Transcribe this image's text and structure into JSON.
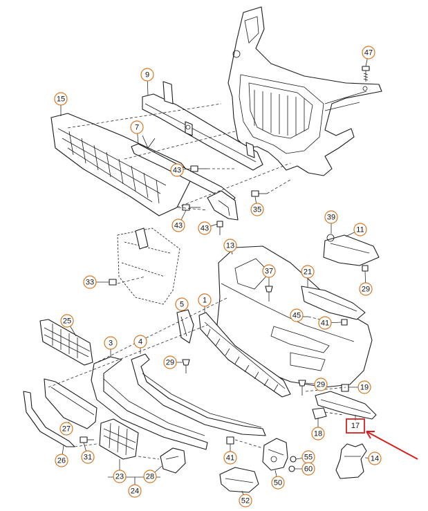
{
  "diagram": {
    "callouts": [
      {
        "id": "c47",
        "label": "47"
      },
      {
        "id": "c9",
        "label": "9"
      },
      {
        "id": "c15",
        "label": "15"
      },
      {
        "id": "c7",
        "label": "7"
      },
      {
        "id": "c43a",
        "label": "43"
      },
      {
        "id": "c35",
        "label": "35"
      },
      {
        "id": "c43b",
        "label": "43"
      },
      {
        "id": "c43c",
        "label": "43"
      },
      {
        "id": "c39",
        "label": "39"
      },
      {
        "id": "c11",
        "label": "11"
      },
      {
        "id": "c13",
        "label": "13"
      },
      {
        "id": "c29a",
        "label": "29"
      },
      {
        "id": "c37",
        "label": "37"
      },
      {
        "id": "c21",
        "label": "21"
      },
      {
        "id": "c33",
        "label": "33"
      },
      {
        "id": "c1",
        "label": "1"
      },
      {
        "id": "c5",
        "label": "5"
      },
      {
        "id": "c45",
        "label": "45"
      },
      {
        "id": "c41a",
        "label": "41"
      },
      {
        "id": "c25",
        "label": "25"
      },
      {
        "id": "c3",
        "label": "3"
      },
      {
        "id": "c4",
        "label": "4"
      },
      {
        "id": "c29b",
        "label": "29"
      },
      {
        "id": "c29c",
        "label": "29"
      },
      {
        "id": "c19",
        "label": "19"
      },
      {
        "id": "c27",
        "label": "27"
      },
      {
        "id": "c18",
        "label": "18"
      },
      {
        "id": "c14",
        "label": "14"
      },
      {
        "id": "c31",
        "label": "31"
      },
      {
        "id": "c26",
        "label": "26"
      },
      {
        "id": "c41b",
        "label": "41"
      },
      {
        "id": "c55",
        "label": "55"
      },
      {
        "id": "c60",
        "label": "60"
      },
      {
        "id": "c23",
        "label": "23"
      },
      {
        "id": "c28",
        "label": "28"
      },
      {
        "id": "c50",
        "label": "50"
      },
      {
        "id": "c24",
        "label": "24"
      },
      {
        "id": "c52",
        "label": "52"
      }
    ],
    "highlight": {
      "label": "17"
    },
    "colors": {
      "callout_ring": "#d6761f",
      "highlight": "#d61f1f",
      "line": "#1a1a1a"
    }
  }
}
